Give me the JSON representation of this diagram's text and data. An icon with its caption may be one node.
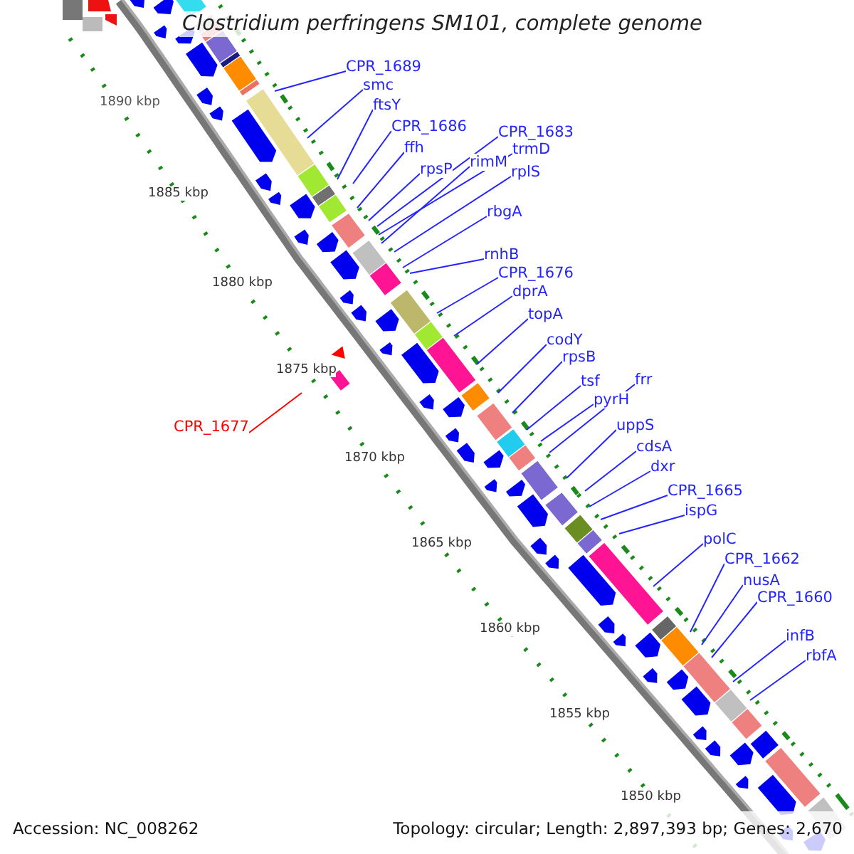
{
  "diagram": {
    "title": "Clostridium perfringens SM101, complete genome",
    "nodes": [
      {
        "text": [
          "CPR_1689"
        ]
      },
      {
        "text": [
          "smc"
        ]
      },
      {
        "text": [
          "ftsY"
        ]
      },
      {
        "text": [
          "CPR_1686"
        ]
      },
      {
        "text": [
          "ffh"
        ]
      },
      {
        "text": [
          "rpsP"
        ]
      },
      {
        "text": [
          "CPR_1683"
        ]
      },
      {
        "text": [
          "trmD"
        ]
      },
      {
        "text": [
          "rimM"
        ]
      },
      {
        "text": [
          "rplS"
        ]
      },
      {
        "text": [
          "rbgA"
        ]
      },
      {
        "text": [
          "rnhB"
        ]
      },
      {
        "text": [
          "CPR_1676"
        ]
      },
      {
        "text": [
          "dprA"
        ]
      },
      {
        "text": [
          "topA"
        ]
      },
      {
        "text": [
          "codY"
        ]
      },
      {
        "text": [
          "rpsB"
        ]
      },
      {
        "text": [
          "tsf"
        ]
      },
      {
        "text": [
          "pyrH"
        ]
      },
      {
        "text": [
          "frr"
        ]
      },
      {
        "text": [
          "uppS"
        ]
      },
      {
        "text": [
          "cdsA"
        ]
      },
      {
        "text": [
          "dxr"
        ]
      },
      {
        "text": [
          "CPR_1665"
        ]
      },
      {
        "text": [
          "ispG"
        ]
      },
      {
        "text": [
          "polC"
        ]
      },
      {
        "text": [
          "CPR_1662"
        ]
      },
      {
        "text": [
          "nusA"
        ]
      },
      {
        "text": [
          "CPR_1660"
        ]
      },
      {
        "text": [
          "infB"
        ]
      },
      {
        "text": [
          "rbfA"
        ]
      },
      {
        "text": [
          "CPR_1677"
        ]
      }
    ],
    "edges": [
      {
        "from": 0,
        "to": null,
        "arrow": "none"
      },
      {
        "from": 1,
        "to": null,
        "arrow": "none"
      },
      {
        "from": 2,
        "to": null,
        "arrow": "none"
      },
      {
        "from": 3,
        "to": null,
        "arrow": "none"
      },
      {
        "from": 4,
        "to": null,
        "arrow": "none"
      },
      {
        "from": 5,
        "to": null,
        "arrow": "none"
      },
      {
        "from": 6,
        "to": null,
        "arrow": "none"
      },
      {
        "from": 7,
        "to": null,
        "arrow": "none"
      },
      {
        "from": 8,
        "to": null,
        "arrow": "none"
      },
      {
        "from": 9,
        "to": null,
        "arrow": "none"
      },
      {
        "from": 10,
        "to": null,
        "arrow": "none"
      },
      {
        "from": 11,
        "to": null,
        "arrow": "none"
      },
      {
        "from": 12,
        "to": null,
        "arrow": "none"
      },
      {
        "from": 13,
        "to": null,
        "arrow": "none"
      },
      {
        "from": 14,
        "to": null,
        "arrow": "none"
      },
      {
        "from": 15,
        "to": null,
        "arrow": "none"
      },
      {
        "from": 16,
        "to": null,
        "arrow": "none"
      },
      {
        "from": 17,
        "to": null,
        "arrow": "none"
      },
      {
        "from": 18,
        "to": null,
        "arrow": "none"
      },
      {
        "from": 19,
        "to": null,
        "arrow": "none"
      },
      {
        "from": 20,
        "to": null,
        "arrow": "none"
      },
      {
        "from": 21,
        "to": null,
        "arrow": "none"
      },
      {
        "from": 22,
        "to": null,
        "arrow": "none"
      },
      {
        "from": 23,
        "to": null,
        "arrow": "none"
      },
      {
        "from": 24,
        "to": null,
        "arrow": "none"
      },
      {
        "from": 25,
        "to": null,
        "arrow": "none"
      },
      {
        "from": 26,
        "to": null,
        "arrow": "none"
      },
      {
        "from": 27,
        "to": null,
        "arrow": "none"
      },
      {
        "from": 28,
        "to": null,
        "arrow": "none"
      },
      {
        "from": 29,
        "to": null,
        "arrow": "none"
      },
      {
        "from": 30,
        "to": null,
        "arrow": "none"
      },
      {
        "from": 31,
        "to": null,
        "arrow": "none",
        "color": "#ff0000"
      }
    ],
    "labels": [
      "1890 kbp",
      "1885 kbp",
      "1880 kbp",
      "1875 kbp",
      "1870 kbp",
      "1865 kbp",
      "1860 kbp",
      "1855 kbp",
      "1850 kbp",
      "Accession: NC_008262",
      "Topology: circular; Length: 2,897,393 bp; Genes: 2,670"
    ]
  }
}
